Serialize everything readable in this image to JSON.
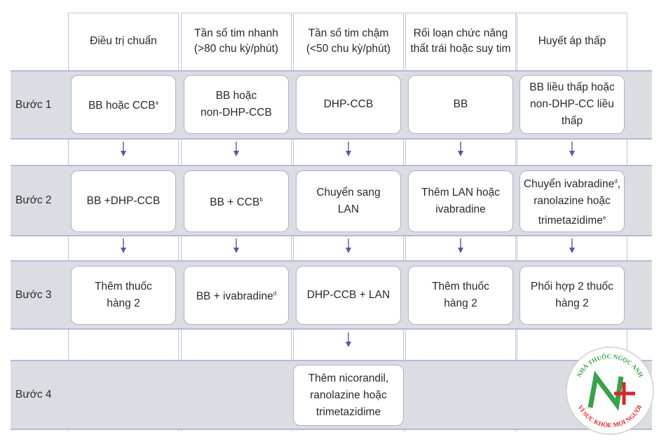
{
  "columns": [
    {
      "header": "Điều trị chuẩn"
    },
    {
      "header": "Tần số tim nhanh\n(>80 chu kỳ/phút)"
    },
    {
      "header": "Tần số tim chậm\n(<50 chu kỳ/phút)"
    },
    {
      "header": "Rối loạn chức năng\nthất trái hoặc suy tim"
    },
    {
      "header": "Huyết áp thấp"
    }
  ],
  "steps": [
    {
      "label": "Bước 1",
      "cells": [
        {
          "text": "BB hoặc CCB",
          "sup": "a"
        },
        {
          "text": "BB hoặc\nnon-DHP-CCB"
        },
        {
          "text": "DHP-CCB"
        },
        {
          "text": "BB"
        },
        {
          "text": "BB liều thấp hoặc\nnon-DHP-CC liều thấp"
        }
      ]
    },
    {
      "label": "Bước 2",
      "cells": [
        {
          "text": "BB +DHP-CCB"
        },
        {
          "text": "BB + CCB",
          "sup": "b"
        },
        {
          "text": "Chuyển sang\nLAN"
        },
        {
          "text": "Thêm LAN hoặc\nivabradine"
        },
        {
          "text": "Chuyển ivabradine",
          "sup": "d",
          "after": ",\nranolazine hoặc\ntrimetazidime",
          "sup2": "e"
        }
      ]
    },
    {
      "label": "Bước 3",
      "cells": [
        {
          "text": "Thêm thuốc\nhàng 2"
        },
        {
          "text": "BB + ivabradine",
          "sup": "d"
        },
        {
          "text": "DHP-CCB + LAN"
        },
        {
          "text": "Thêm thuốc\nhàng 2"
        },
        {
          "text": "Phối hợp 2 thuốc\nhàng 2"
        }
      ]
    },
    {
      "label": "Bước 4",
      "cells": [
        null,
        null,
        {
          "text": "Thêm nicorandil,\nranolazine hoặc\ntrimetazidime"
        },
        null,
        null
      ]
    }
  ],
  "logo": {
    "top_text": "NHÀ THUỐC NGỌC ANH",
    "bottom_text": "VÌ SỨC KHỎE MỌI NGƯỜI",
    "mark": "NA"
  },
  "colors": {
    "arrow": "#5b55a8",
    "band": "#dadde2",
    "border": "#b2aed6",
    "logo_green": "#3aa04a",
    "logo_red": "#d9262c"
  }
}
